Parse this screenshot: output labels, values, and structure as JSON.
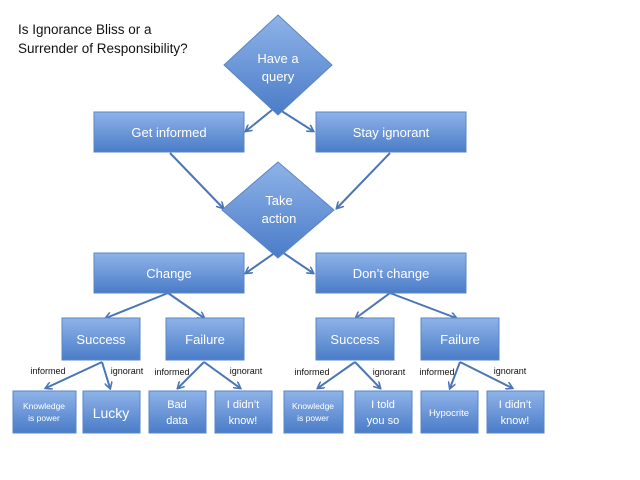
{
  "title": {
    "line1": "Is Ignorance Bliss or a",
    "line2": "Surrender of Responsibility?"
  },
  "nodes": {
    "query": {
      "line1": "Have a",
      "line2": "query",
      "shape": "diamond"
    },
    "informed": {
      "label": "Get informed"
    },
    "ignorant": {
      "label": "Stay ignorant"
    },
    "action": {
      "line1": "Take",
      "line2": "action",
      "shape": "diamond"
    },
    "change": {
      "label": "Change"
    },
    "nochange": {
      "label": "Don’t change"
    },
    "c_success": {
      "label": "Success"
    },
    "c_failure": {
      "label": "Failure"
    },
    "n_success": {
      "label": "Success"
    },
    "n_failure": {
      "label": "Failure"
    },
    "l1": {
      "line1": "Knowledge",
      "line2": "is power"
    },
    "l2": {
      "label": "Lucky"
    },
    "l3": {
      "line1": "Bad",
      "line2": "data"
    },
    "l4": {
      "line1": "I didn’t",
      "line2": "know!"
    },
    "l5": {
      "line1": "Knowledge",
      "line2": "is power"
    },
    "l6": {
      "line1": "I told",
      "line2": "you so"
    },
    "l7": {
      "label": "Hypocrite"
    },
    "l8": {
      "line1": "I didn’t",
      "line2": "know!"
    }
  },
  "edge_labels": {
    "informed": "informed",
    "ignorant": "ignorant"
  },
  "colors": {
    "box_top": "#8fb3e8",
    "box_bottom": "#4a7cc8",
    "edge": "#4a76b5"
  }
}
